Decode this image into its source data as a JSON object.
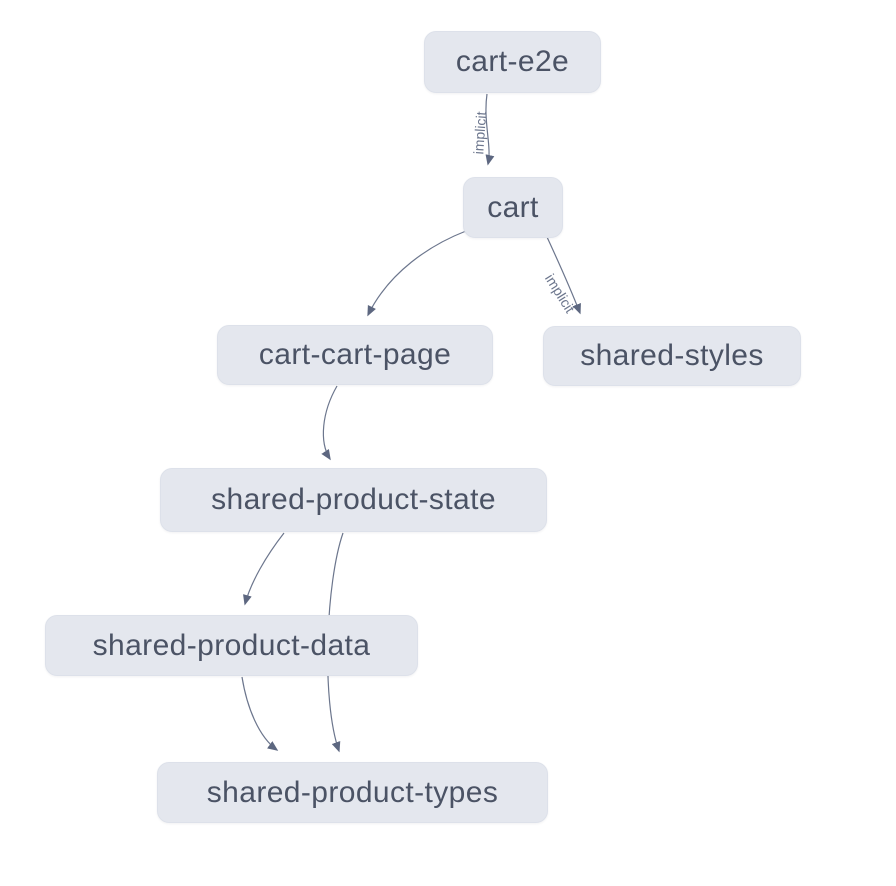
{
  "diagram": {
    "kind": "project-dependency-graph",
    "nodes": [
      {
        "id": "cart-e2e",
        "label": "cart-e2e"
      },
      {
        "id": "cart",
        "label": "cart"
      },
      {
        "id": "cart-cart-page",
        "label": "cart-cart-page"
      },
      {
        "id": "shared-styles",
        "label": "shared-styles"
      },
      {
        "id": "shared-product-state",
        "label": "shared-product-state"
      },
      {
        "id": "shared-product-data",
        "label": "shared-product-data"
      },
      {
        "id": "shared-product-types",
        "label": "shared-product-types"
      }
    ],
    "edges": [
      {
        "from": "cart-e2e",
        "to": "cart",
        "label": "implicit"
      },
      {
        "from": "cart",
        "to": "cart-cart-page",
        "label": ""
      },
      {
        "from": "cart",
        "to": "shared-styles",
        "label": "implicit"
      },
      {
        "from": "cart-cart-page",
        "to": "shared-product-state",
        "label": ""
      },
      {
        "from": "shared-product-state",
        "to": "shared-product-data",
        "label": ""
      },
      {
        "from": "shared-product-state",
        "to": "shared-product-types",
        "label": ""
      },
      {
        "from": "shared-product-data",
        "to": "shared-product-types",
        "label": ""
      }
    ],
    "colors": {
      "background": "#ffffff",
      "node_background": "#e4e7ee",
      "node_border": "#dde1ea",
      "node_text": "#4b5365",
      "edge_stroke": "#6c768d",
      "arrowhead": "#5d6780",
      "edge_label": "#6c768d"
    }
  }
}
